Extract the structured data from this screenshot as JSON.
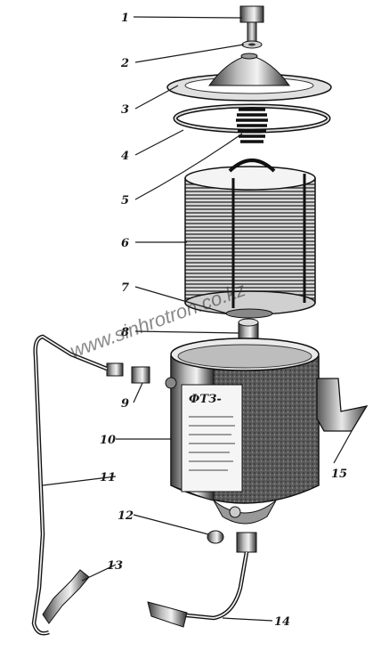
{
  "watermark": "www.sinhrotron.co.kz",
  "plate_text": "ФТЗ-",
  "labels": [
    {
      "id": "1",
      "text": "1"
    },
    {
      "id": "2",
      "text": "2"
    },
    {
      "id": "3",
      "text": "3"
    },
    {
      "id": "4",
      "text": "4"
    },
    {
      "id": "5",
      "text": "5"
    },
    {
      "id": "6",
      "text": "6"
    },
    {
      "id": "7",
      "text": "7"
    },
    {
      "id": "8",
      "text": "8"
    },
    {
      "id": "9",
      "text": "9"
    },
    {
      "id": "10",
      "text": "10"
    },
    {
      "id": "11",
      "text": "11"
    },
    {
      "id": "12",
      "text": "12"
    },
    {
      "id": "13",
      "text": "13"
    },
    {
      "id": "14",
      "text": "14"
    },
    {
      "id": "15",
      "text": "15"
    }
  ]
}
